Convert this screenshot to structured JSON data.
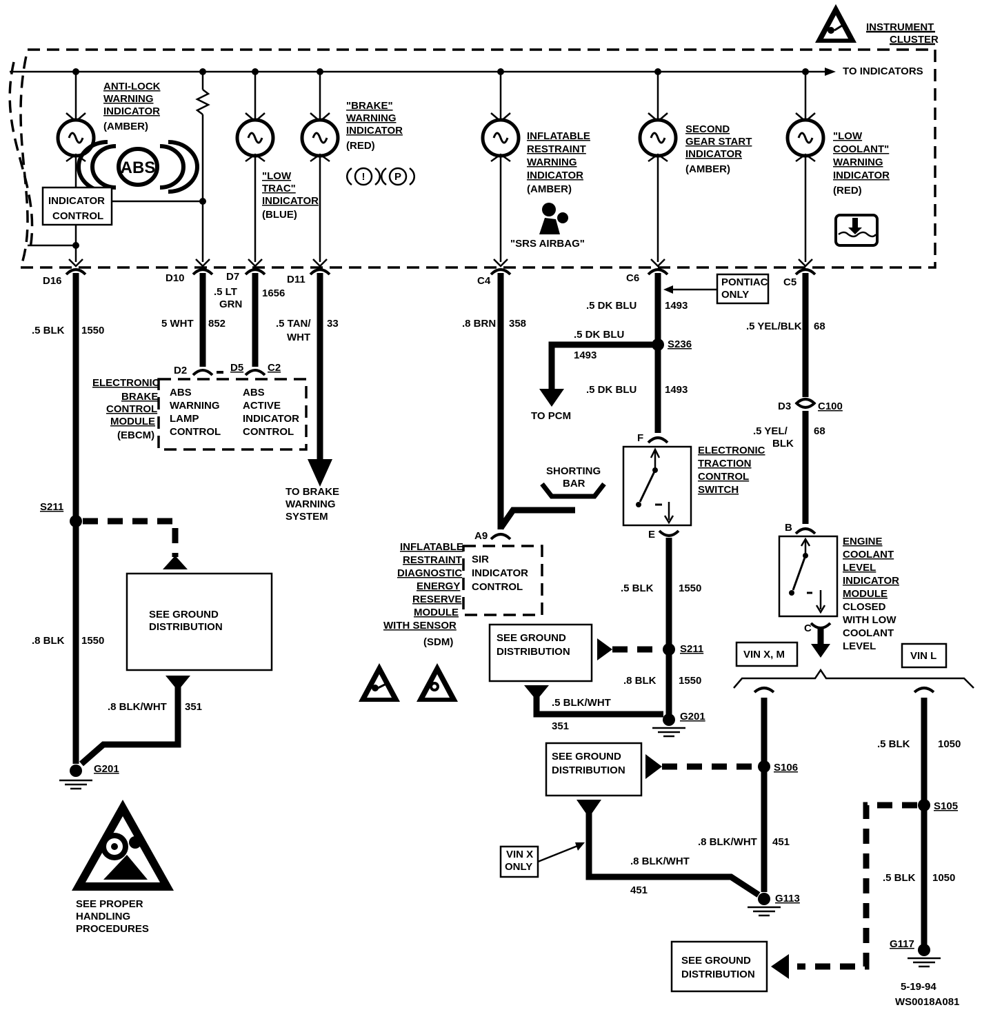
{
  "cluster": {
    "title_line1": "INSTRUMENT",
    "title_line2": "CLUSTER",
    "to_indicators": "TO INDICATORS"
  },
  "indicators": {
    "antilock": [
      "ANTI-LOCK",
      "WARNING",
      "INDICATOR",
      "(AMBER)"
    ],
    "abs_symbol": "ABS",
    "low_trac": [
      "\"LOW",
      "TRAC\"",
      "INDICATOR",
      "(BLUE)"
    ],
    "brake": [
      "\"BRAKE\"",
      "WARNING",
      "INDICATOR",
      "(RED)"
    ],
    "brake_symbols": [
      "!",
      "P"
    ],
    "inflatable": [
      "INFLATABLE",
      "RESTRAINT",
      "WARNING",
      "INDICATOR",
      "(AMBER)"
    ],
    "srs_airbag": "\"SRS AIRBAG\"",
    "second_gear": [
      "SECOND",
      "GEAR START",
      "INDICATOR",
      "(AMBER)"
    ],
    "low_coolant": [
      "\"LOW",
      "COOLANT\"",
      "WARNING",
      "INDICATOR",
      "(RED)"
    ]
  },
  "indicator_control": [
    "INDICATOR",
    "CONTROL"
  ],
  "connectors": {
    "d16": "D16",
    "d10": "D10",
    "d7": "D7",
    "d11": "D11",
    "c4": "C4",
    "c6": "C6",
    "c5": "C5",
    "d2": "D2",
    "d5": "D5",
    "c2": "C2",
    "a9": "A9",
    "d3": "D3",
    "c100": "C100",
    "f": "F",
    "e": "E",
    "b": "B",
    "c": "C"
  },
  "wires": {
    "blk_05": ".5 BLK",
    "n1550": "1550",
    "wht_5": "5 WHT",
    "n852": "852",
    "ltgrn_1": ".5 LT",
    "ltgrn_2": "GRN",
    "n1656": "1656",
    "tan_1": ".5 TAN/",
    "tan_2": "WHT",
    "n33": "33",
    "brn": ".8 BRN",
    "n358": "358",
    "dkblu": ".5 DK BLU",
    "n1493": "1493",
    "yelblk": ".5 YEL/BLK",
    "n68": "68",
    "yel_1": ".5 YEL/",
    "yel_2": "BLK",
    "blk_08": ".8 BLK",
    "blkwht_08": ".8 BLK/WHT",
    "n351": "351",
    "blkwht_05": ".5 BLK/WHT",
    "n451": "451",
    "n1050": "1050",
    "n1050b": "1050"
  },
  "ebcm": {
    "name": [
      "ELECTRONIC",
      "BRAKE",
      "CONTROL",
      "MODULE",
      "(EBCM)"
    ],
    "left": [
      "ABS",
      "WARNING",
      "LAMP",
      "CONTROL"
    ],
    "right": [
      "ABS",
      "ACTIVE",
      "INDICATOR",
      "CONTROL"
    ]
  },
  "to_brake": [
    "TO BRAKE",
    "WARNING",
    "SYSTEM"
  ],
  "to_pcm": "TO PCM",
  "pontiac_only": [
    "PONTIAC",
    "ONLY"
  ],
  "splices": {
    "s236": "S236",
    "s211": "S211",
    "s106": "S106",
    "s105": "S105"
  },
  "grounds": {
    "g201": "G201",
    "g113": "G113",
    "g117": "G117"
  },
  "shorting_bar": [
    "SHORTING",
    "BAR"
  ],
  "traction_switch": [
    "ELECTRONIC",
    "TRACTION",
    "CONTROL",
    "SWITCH"
  ],
  "coolant_module": [
    "ENGINE",
    "COOLANT",
    "LEVEL",
    "INDICATOR",
    "MODULE",
    "CLOSED",
    "WITH LOW",
    "COOLANT",
    "LEVEL"
  ],
  "sdm": {
    "name": [
      "INFLATABLE",
      "RESTRAINT",
      "DIAGNOSTIC",
      "ENERGY",
      "RESERVE",
      "MODULE",
      "WITH SENSOR",
      "(SDM)"
    ],
    "inner": [
      "SIR",
      "INDICATOR",
      "CONTROL"
    ]
  },
  "see_ground": [
    "SEE GROUND",
    "DISTRIBUTION"
  ],
  "vin_xm": "VIN X, M",
  "vin_l": "VIN L",
  "vin_x_only": [
    "VIN X",
    "ONLY"
  ],
  "see_proper": [
    "SEE PROPER",
    "HANDLING",
    "PROCEDURES"
  ],
  "footer": {
    "date": "5-19-94",
    "code": "WS0018A081"
  }
}
